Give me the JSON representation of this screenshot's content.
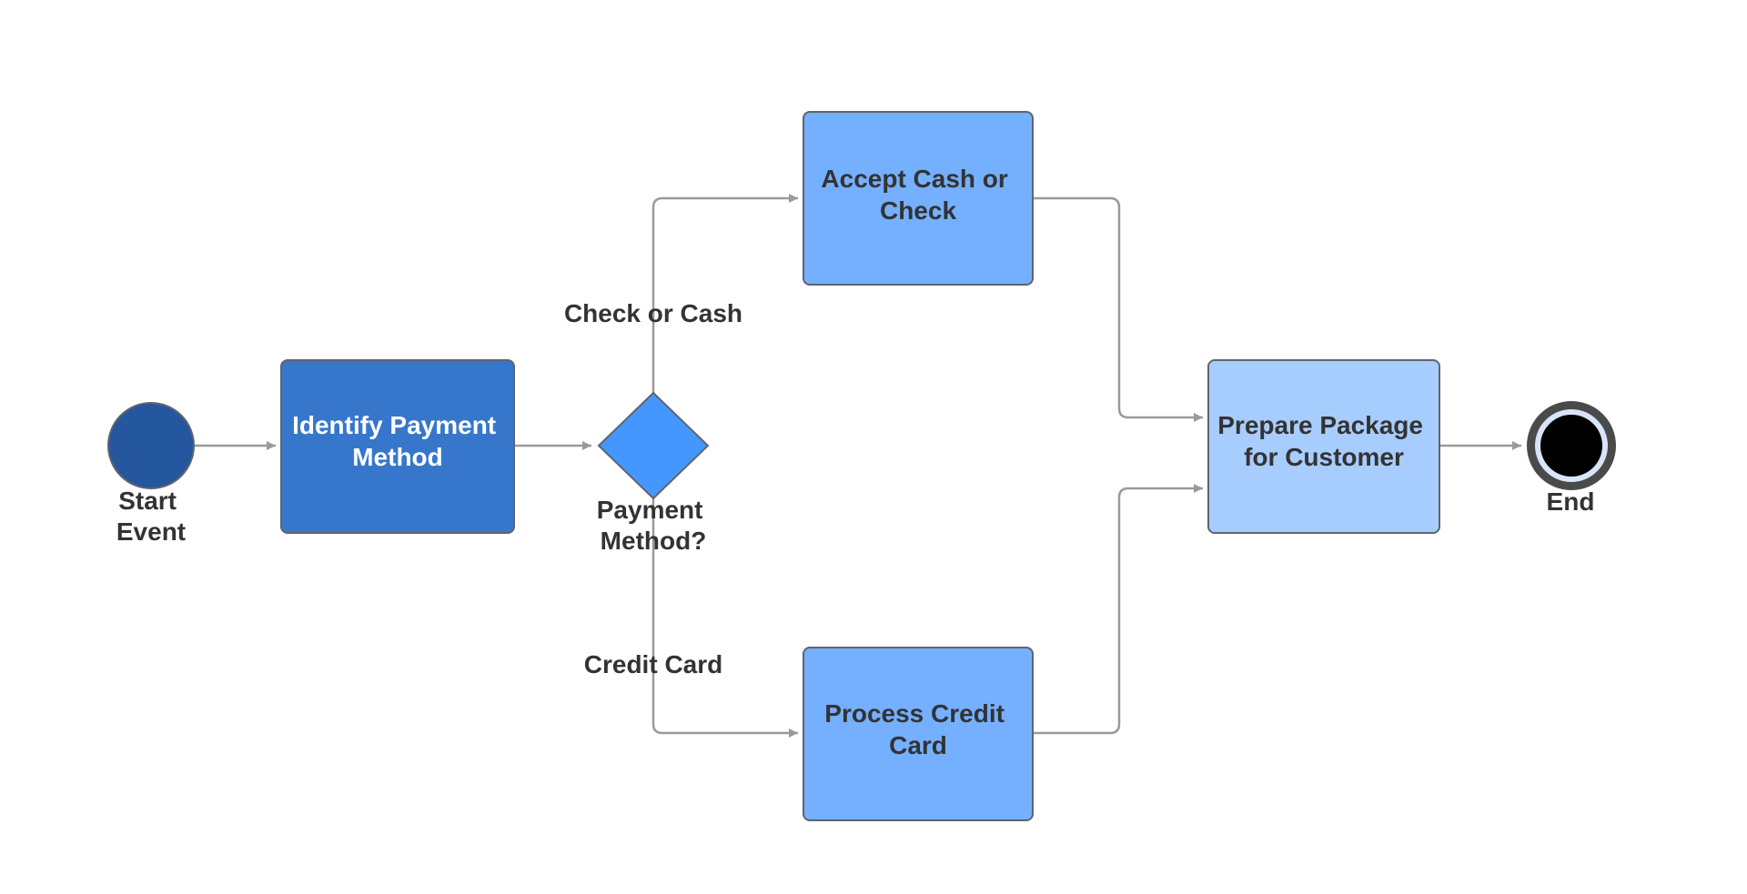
{
  "diagram": {
    "colors": {
      "dark_task": "#3677cc",
      "dark_task_text": "#ffffff",
      "medium_task": "#74b0ff",
      "light_task": "#a7cdff",
      "task_text": "#333333",
      "task_border": "#5f6470",
      "start_fill": "#24579d",
      "gateway_fill": "#4497ff",
      "end_ring": "#4a4a4a",
      "end_inner_ring": "#d8e4f8",
      "end_fill": "#000000",
      "edge": "#9a9a9a",
      "label_text": "#333333"
    },
    "start": {
      "label_lines": [
        "Start",
        "Event"
      ]
    },
    "identify": {
      "label_lines": [
        "Identify Payment",
        "Method"
      ]
    },
    "gateway": {
      "label_lines": [
        "Payment",
        "Method?"
      ]
    },
    "accept": {
      "label_lines": [
        "Accept Cash or",
        "Check"
      ]
    },
    "process": {
      "label_lines": [
        "Process Credit",
        "Card"
      ]
    },
    "prepare": {
      "label_lines": [
        "Prepare Package",
        "for Customer"
      ]
    },
    "end": {
      "label_lines": [
        "End"
      ]
    },
    "edges": {
      "check_or_cash": "Check or Cash",
      "credit_card": "Credit Card"
    }
  }
}
